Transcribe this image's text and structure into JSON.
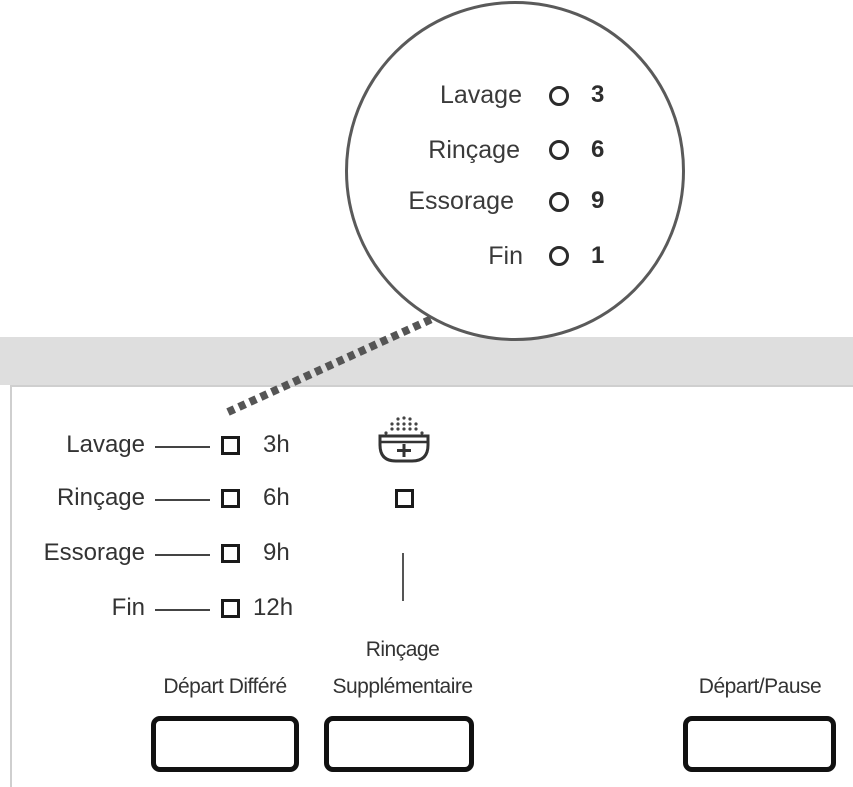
{
  "zoom": {
    "rows": [
      {
        "label": "Lavage",
        "value": "3"
      },
      {
        "label": "Rinçage",
        "value": "6"
      },
      {
        "label": "Essorage",
        "value": "9"
      },
      {
        "label": "Fin",
        "value": "1"
      }
    ]
  },
  "panel": {
    "rows": [
      {
        "label": "Lavage",
        "time": "3h"
      },
      {
        "label": "Rinçage",
        "time": "6h"
      },
      {
        "label": "Essorage",
        "time": "9h"
      },
      {
        "label": "Fin",
        "time": "12h"
      }
    ],
    "extra_rinse_icon": "basin-plus-icon",
    "buttons": {
      "delayed_start": "Départ Différé",
      "extra_rinse_line1": "Rinçage",
      "extra_rinse_line2": "Supplémentaire",
      "start_pause": "Départ/Pause"
    }
  }
}
